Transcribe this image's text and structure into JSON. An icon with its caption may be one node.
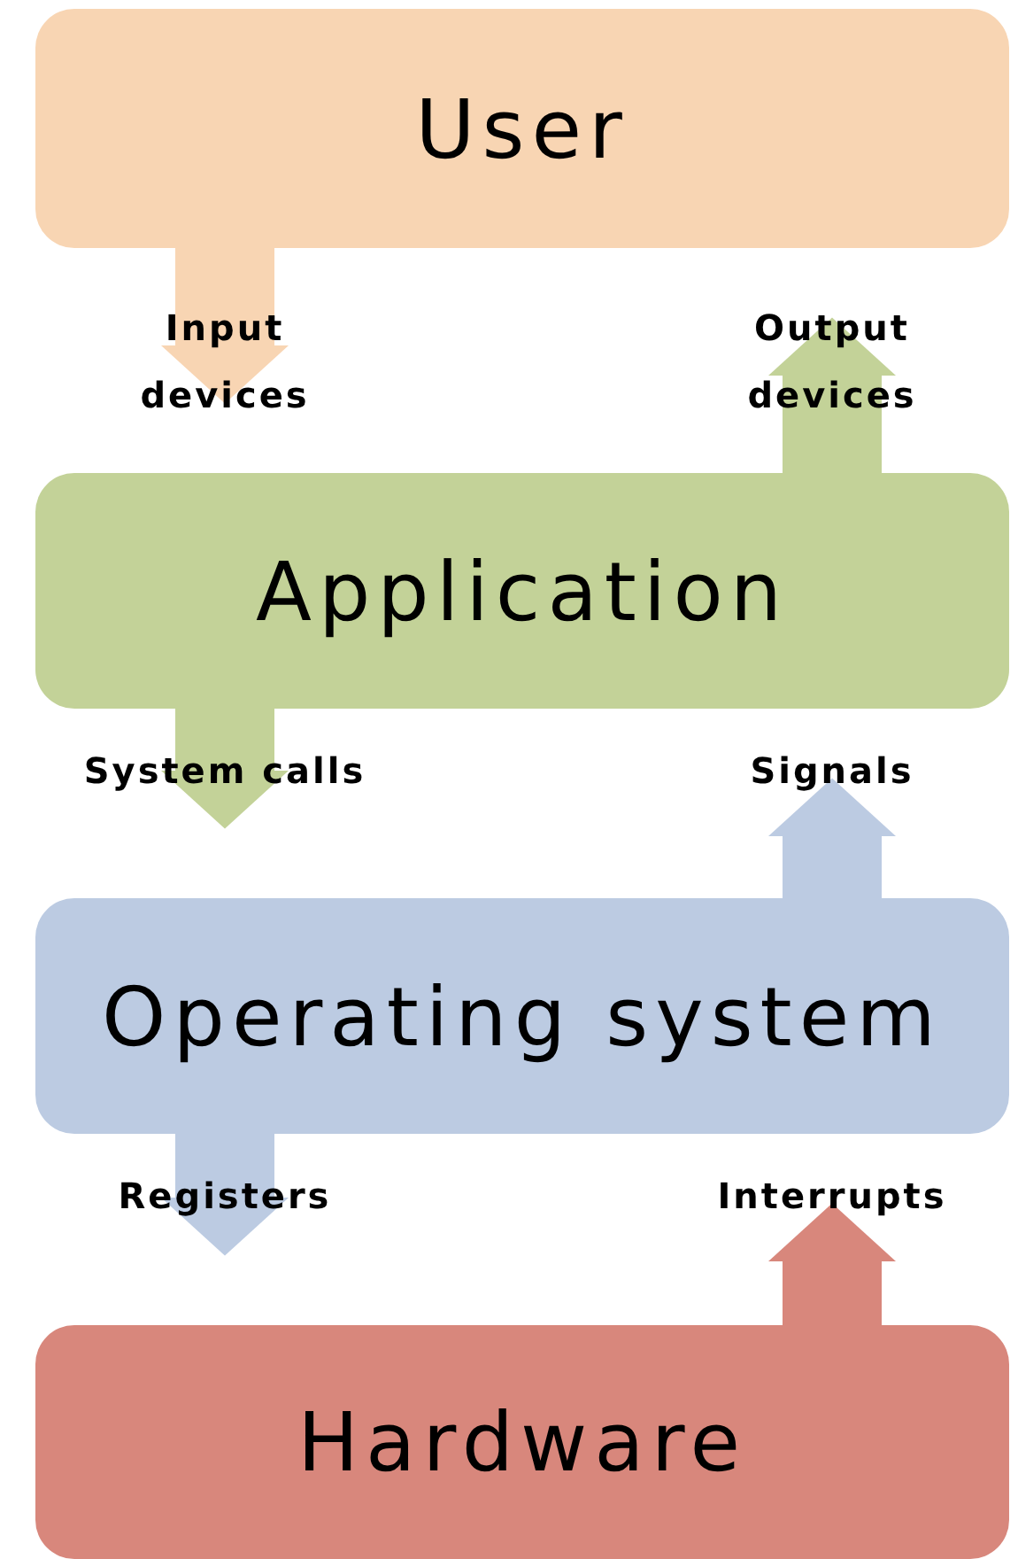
{
  "diagram": {
    "nodes": [
      {
        "text": [
          "User"
        ]
      },
      {
        "text": [
          "Application"
        ]
      },
      {
        "text": [
          "Operating system"
        ]
      },
      {
        "text": [
          "Hardware"
        ]
      }
    ],
    "edges": [
      {
        "from": 0,
        "to": 1,
        "arrow": "to",
        "label": "Input devices",
        "color": "#f8d5b3"
      },
      {
        "from": 1,
        "to": 0,
        "arrow": "to",
        "label": "Output devices",
        "color": "#c3d298"
      },
      {
        "from": 1,
        "to": 2,
        "arrow": "to",
        "label": "System calls",
        "color": "#c3d298"
      },
      {
        "from": 2,
        "to": 1,
        "arrow": "to",
        "label": "Signals",
        "color": "#bccbe2"
      },
      {
        "from": 2,
        "to": 3,
        "arrow": "to",
        "label": "Registers",
        "color": "#bccbe2"
      },
      {
        "from": 3,
        "to": 2,
        "arrow": "to",
        "label": "Interrupts",
        "color": "#d8877c"
      }
    ]
  }
}
